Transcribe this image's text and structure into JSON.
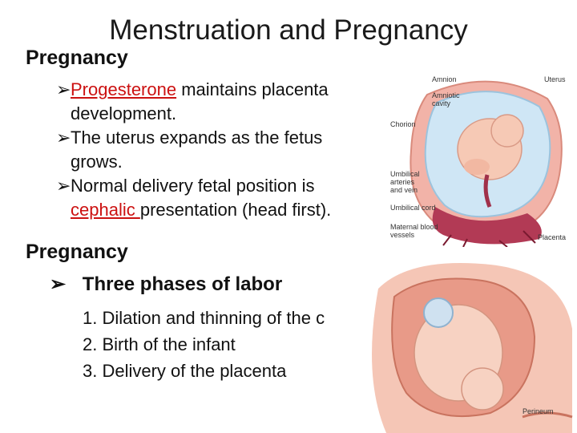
{
  "title": "Menstruation and Pregnancy",
  "section1": {
    "heading": "Pregnancy",
    "bullets": [
      {
        "highlight": "Progesterone",
        "rest": " maintains placenta",
        "cont": "development."
      },
      {
        "text": "The uterus expands as the fetus",
        "cont": "grows."
      },
      {
        "text": "Normal delivery fetal position is",
        "cont_highlight": "cephalic ",
        "cont_rest": "presentation (head first)."
      }
    ]
  },
  "section2": {
    "heading": "Pregnancy",
    "subheading": "Three phases of labor",
    "phases": [
      "1. Dilation and thinning of the c",
      "2. Birth of the infant",
      "3. Delivery of the placenta"
    ]
  },
  "figure_top": {
    "labels": {
      "amnion": "Amnion",
      "uterus": "Uterus",
      "amniotic_cavity_1": "Amniotic",
      "amniotic_cavity_2": "cavity",
      "chorion": "Chorion",
      "umbilical_arteries_1": "Umbilical",
      "umbilical_arteries_2": "arteries",
      "umbilical_arteries_3": "and vein",
      "umbilical_cord": "Umbilical cord",
      "maternal_blood_1": "Maternal blood",
      "maternal_blood_2": "vessels",
      "placenta": "Placenta"
    }
  },
  "figure_bottom": {
    "labels": {
      "perineum": "Perineum"
    }
  },
  "colors": {
    "highlight": "#cc1111",
    "uterus_wall": "#f2b3a8",
    "amniotic_fluid": "#cfe6f5",
    "placenta": "#b23a55"
  }
}
